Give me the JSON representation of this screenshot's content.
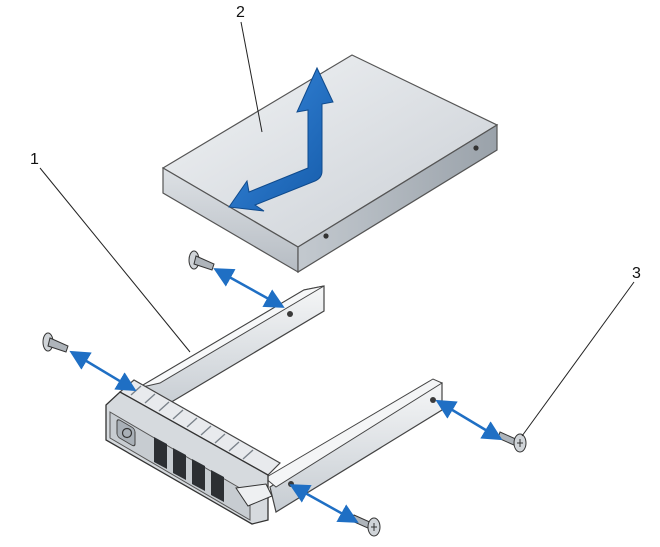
{
  "figure": {
    "callouts": [
      {
        "label": "1"
      },
      {
        "label": "2"
      },
      {
        "label": "3"
      }
    ]
  },
  "colors": {
    "accent_arrow": "#1f6fc4",
    "metal_light": "#e9ecef",
    "metal_mid": "#c7ccd2",
    "metal_dark": "#8e959c",
    "outline": "#2b2b2b"
  }
}
